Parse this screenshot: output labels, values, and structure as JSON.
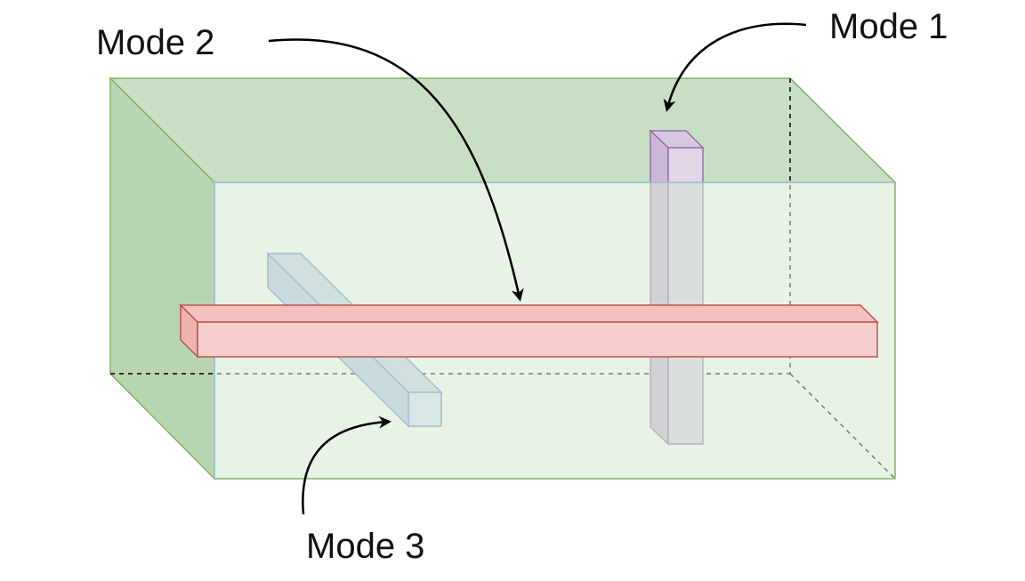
{
  "diagram": {
    "labels": {
      "mode1": "Mode 1",
      "mode2": "Mode 2",
      "mode3": "Mode 3"
    },
    "colors": {
      "box_face": "#d5e8d4",
      "box_side": "#b9d4b3",
      "box_top": "#c8dfc3",
      "box_edge": "#82b366",
      "box_front_edge": "#9fc3e6",
      "mode1_fill": "#e1d5e7",
      "mode1_edge": "#9673a6",
      "mode2_fill": "#f8cecc",
      "mode2_edge": "#b85450",
      "mode3_fill": "#dae8fc",
      "mode3_edge": "#6c8ebf",
      "arrow": "#000000"
    }
  }
}
